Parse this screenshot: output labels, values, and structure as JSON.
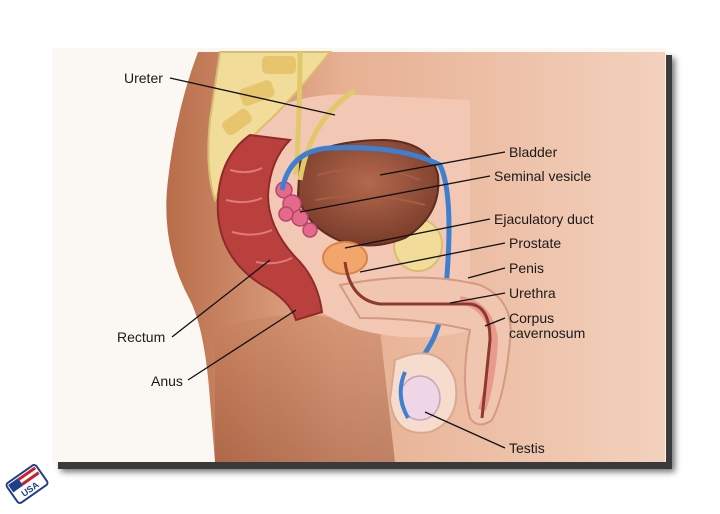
{
  "labels": {
    "ureter": "Ureter",
    "bladder": "Bladder",
    "seminal_vesicle": "Seminal vesicle",
    "ejaculatory_duct": "Ejaculatory duct",
    "prostate": "Prostate",
    "penis": "Penis",
    "urethra": "Urethra",
    "corpus_cavernosum_line1": "Corpus",
    "corpus_cavernosum_line2": "cavernosum",
    "rectum": "Rectum",
    "anus": "Anus",
    "testis": "Testis"
  },
  "badge": {
    "text": "USA",
    "icon": "usa-flag-badge-icon"
  },
  "colors": {
    "skin": "#e8b59a",
    "body_shadow": "#c27a57",
    "rectum": "#b9403d",
    "bladder": "#8e4a35",
    "vas_deferens": "#3f7fd0",
    "ureter": "#e0c96a",
    "bone": "#f1dc9a",
    "seminal_vesicle": "#e46a8c"
  }
}
